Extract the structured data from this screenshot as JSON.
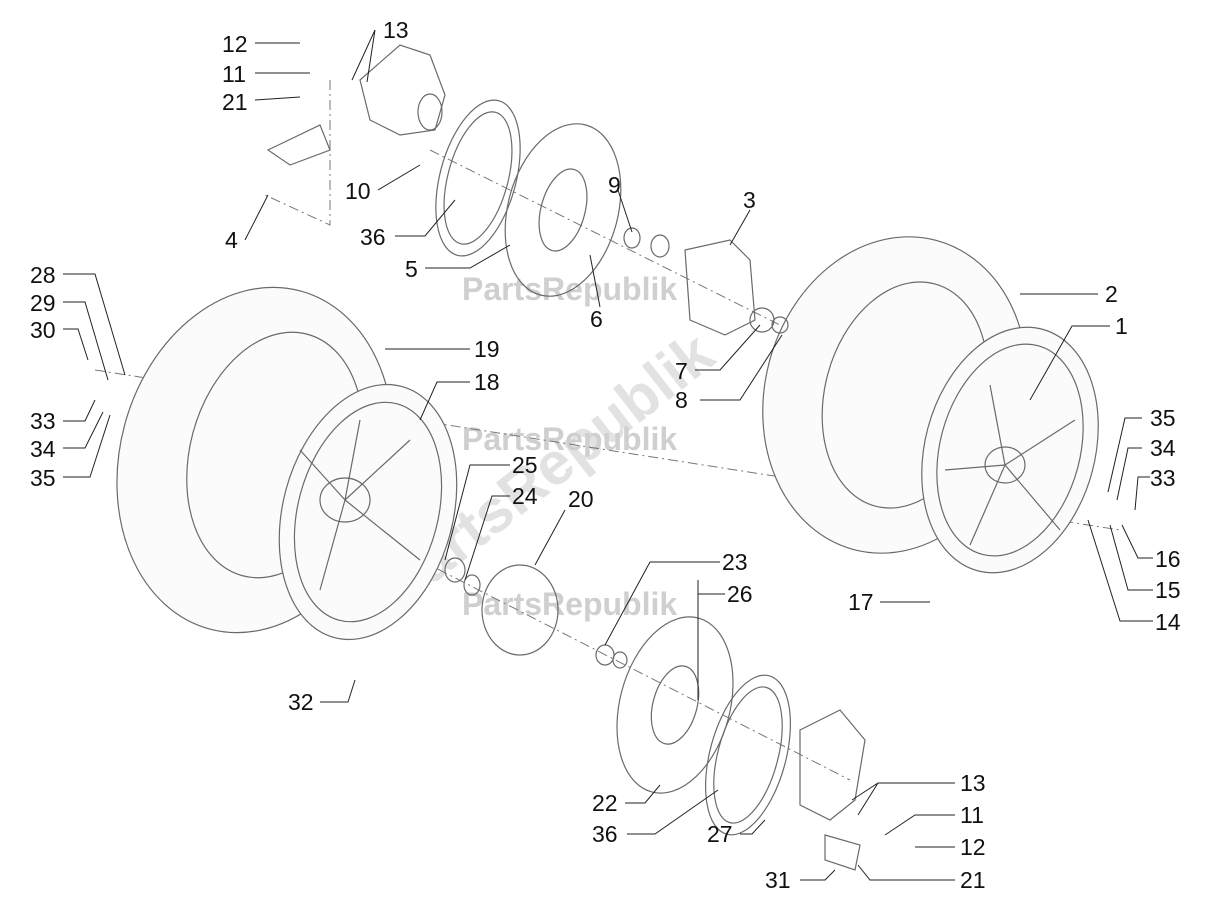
{
  "watermark": {
    "text": "PartsRepublik"
  },
  "labels": {
    "l12a": "12",
    "l13a": "13",
    "l11a": "11",
    "l21a": "21",
    "l10": "10",
    "l4": "4",
    "l36a": "36",
    "l5": "5",
    "l9": "9",
    "l3": "3",
    "l6": "6",
    "l2": "2",
    "l1": "1",
    "l7": "7",
    "l8": "8",
    "l28": "28",
    "l29": "29",
    "l30": "30",
    "l19": "19",
    "l18": "18",
    "l33a": "33",
    "l34a": "34",
    "l35a": "35",
    "l25a": "25",
    "l24": "24",
    "l20": "20",
    "l35b": "35",
    "l34b": "34",
    "l33b": "33",
    "l16": "16",
    "l15": "15",
    "l14": "14",
    "l17": "17",
    "l23": "23",
    "l26": "26",
    "l32": "32",
    "l13b": "13",
    "l11b": "11",
    "l12b": "12",
    "l22": "22",
    "l36b": "36",
    "l27": "27",
    "l21b": "21",
    "l31": "31"
  }
}
